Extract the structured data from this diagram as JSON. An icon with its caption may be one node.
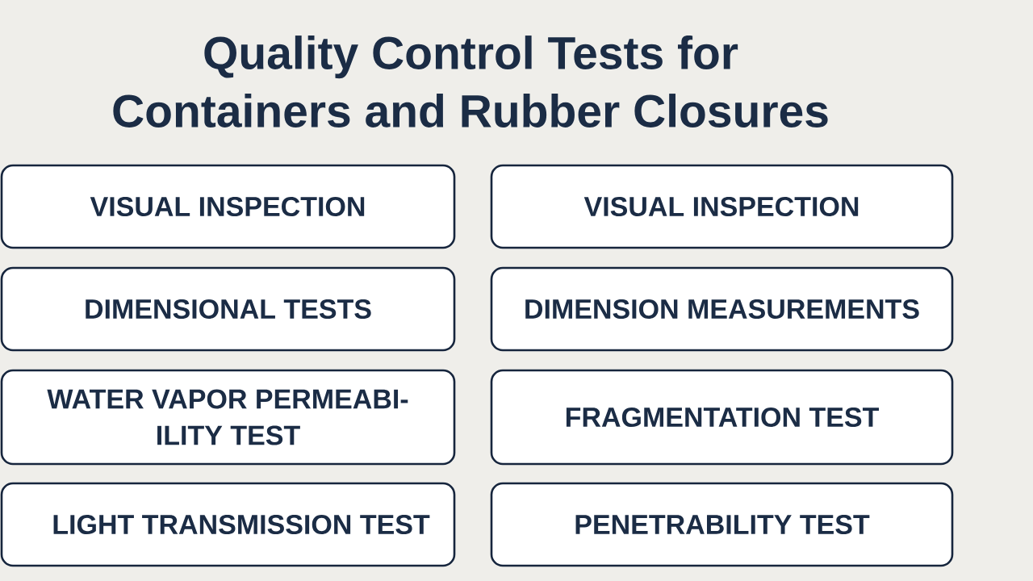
{
  "diagram": {
    "title": "Quality Control Tests for Containers and Rubber Closures",
    "nodes": [
      {
        "text": [
          "VISUAL INSPECTION"
        ]
      },
      {
        "text": [
          "VISUAL INSPECTION"
        ]
      },
      {
        "text": [
          "DIMENSIONAL TESTS"
        ]
      },
      {
        "text": [
          "DIMENSION MEASUREMENTS"
        ]
      },
      {
        "text": [
          "WATER VAPOR PERMEABI- ILITY TEST"
        ]
      },
      {
        "text": [
          "FRAGMENTATION TEST"
        ]
      },
      {
        "text": [
          "LIGHT TRANSMISSION TEST"
        ]
      },
      {
        "text": [
          "PENETRABILITY TEST"
        ]
      }
    ]
  }
}
